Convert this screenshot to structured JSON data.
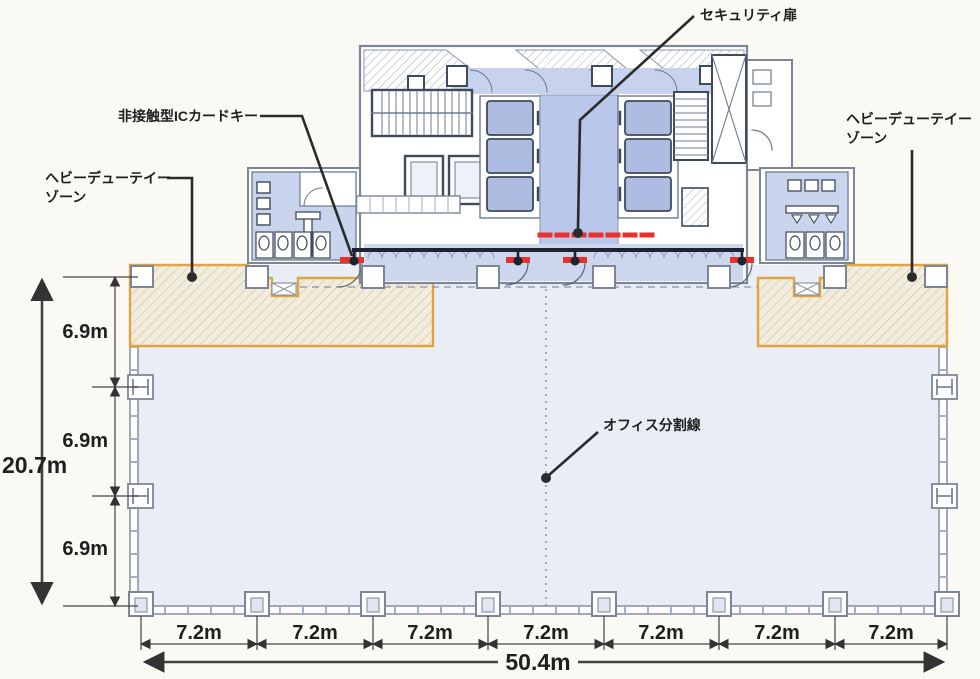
{
  "diagram": {
    "type": "office-building-floor-plan",
    "annotations": {
      "security_door": "セキュリティ扉",
      "ic_card_key": "非接触型ICカードキー",
      "heavy_duty_left_line1": "ヘビーデューテイー",
      "heavy_duty_left_line2": "ゾーン",
      "heavy_duty_right_line1": "ヘビーデューテイー",
      "heavy_duty_right_line2": "ゾーン",
      "office_division_line": "オフィス分割線"
    },
    "dimensions": {
      "vertical_total": "20.7m",
      "vertical_bays": [
        "6.9m",
        "6.9m",
        "6.9m"
      ],
      "horizontal_bays": [
        "7.2m",
        "7.2m",
        "7.2m",
        "7.2m",
        "7.2m",
        "7.2m",
        "7.2m"
      ],
      "horizontal_total": "50.4m"
    },
    "colors": {
      "office_fill": "#e9eef6",
      "core_room_fill": "#c9d4ed",
      "elevator_hall_fill": "#b9c8ea",
      "elevator_car_fill": "#aebce2",
      "heavy_duty_fill": "#f1ecdb",
      "heavy_duty_border": "#e2a43c",
      "security_red": "#e8312a",
      "wall_line": "#7d8699",
      "annotation_black": "#2b2b2b"
    }
  }
}
